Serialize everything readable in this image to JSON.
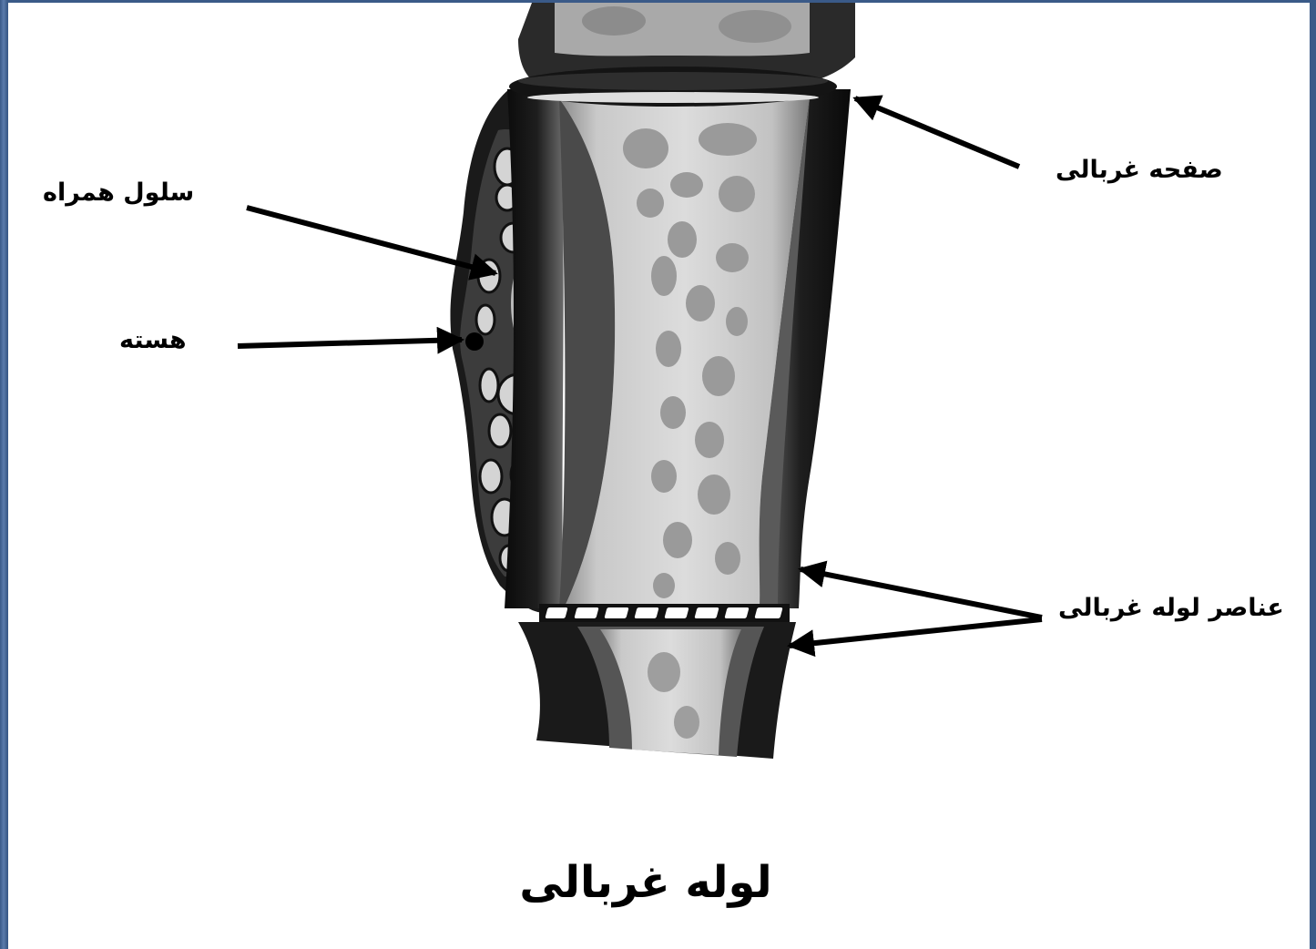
{
  "title": "لوله غربالی",
  "labels": {
    "sieve_plate": "صفحه غربالی",
    "companion_cell": "سلول همراه",
    "nucleus": "هسته",
    "sieve_tube_elements": "عناصر لوله غربالی"
  },
  "colors": {
    "frame": "#3f5f8c",
    "background": "#ffffff",
    "ink": "#000000"
  }
}
